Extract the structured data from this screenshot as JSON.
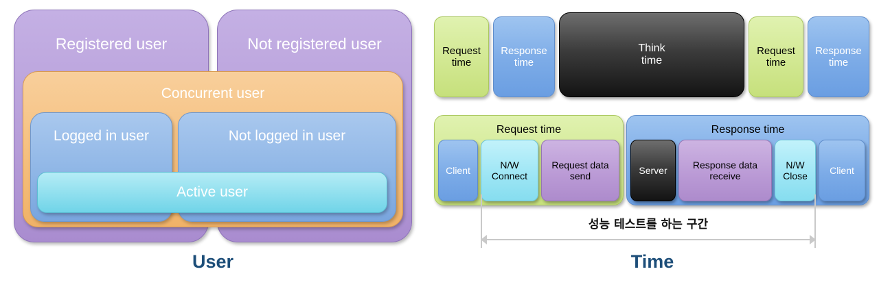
{
  "diagram": {
    "left_panel": {
      "caption": "User",
      "boxes": {
        "registered_user": "Registered user",
        "not_registered_user": "Not registered user",
        "concurrent_user": "Concurrent user",
        "logged_in_user": "Logged in user",
        "not_logged_in_user": "Not logged in user",
        "active_user": "Active user"
      },
      "colors": {
        "registered": "#b79ed9",
        "not_registered": "#b79ed9",
        "concurrent": "#f5bf7e",
        "logged_in": "#8fb6e6",
        "not_logged_in": "#8fb6e6",
        "active": "#8fdfee"
      }
    },
    "right_panel": {
      "caption": "Time",
      "timeline_row": [
        {
          "label": "Request\ntime",
          "color": "#d2e892",
          "text_color": "#000000"
        },
        {
          "label": "Response\ntime",
          "color": "#7cabe7",
          "text_color": "#ffffff"
        },
        {
          "label": "Think\ntime",
          "color": "#3c3c3c",
          "text_color": "#ffffff"
        },
        {
          "label": "Request\ntime",
          "color": "#d2e892",
          "text_color": "#000000"
        },
        {
          "label": "Response\ntime",
          "color": "#7cabe7",
          "text_color": "#ffffff"
        }
      ],
      "breakdown_row": {
        "request_group": {
          "title": "Request time",
          "color": "#d2e892",
          "steps": [
            {
              "label": "Client",
              "color": "#7cabe7",
              "text_color": "#ffffff"
            },
            {
              "label": "N/W\nConnect",
              "color": "#9fe6f5",
              "text_color": "#000000"
            },
            {
              "label": "Request data\nsend",
              "color": "#bb9bd6",
              "text_color": "#000000"
            }
          ]
        },
        "response_group": {
          "title": "Response time",
          "color": "#7cabe7",
          "steps": [
            {
              "label": "Server",
              "color": "#3c3c3c",
              "text_color": "#ffffff"
            },
            {
              "label": "Response data\nreceive",
              "color": "#bb9bd6",
              "text_color": "#000000"
            },
            {
              "label": "N/W\nClose",
              "color": "#9fe6f5",
              "text_color": "#000000"
            },
            {
              "label": "Client",
              "color": "#7cabe7",
              "text_color": "#ffffff"
            }
          ]
        }
      },
      "measurement_span_label": "성능 테스트를 하는 구간"
    },
    "caption_color": "#1d4e79"
  }
}
